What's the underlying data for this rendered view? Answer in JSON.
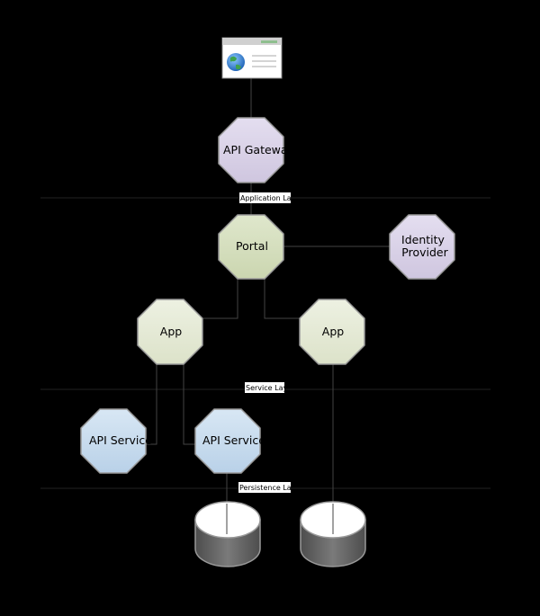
{
  "nodes": {
    "api_gateway": "API Gateway",
    "portal": "Portal",
    "identity_provider": [
      "Identity",
      "Provider"
    ],
    "app_left": "App",
    "app_right": "App",
    "api_service_left": "API Service",
    "api_service_right": "API Service"
  },
  "layers": {
    "application": "Application Layer",
    "service": "Service Layer",
    "persistence": "Persistence Layer"
  },
  "colors": {
    "background": "#000000",
    "gateway_fill": "#d9d2e6",
    "portal_fill": "#d6dfbf",
    "app_fill": "#e5ead6",
    "service_fill": "#c9dced",
    "db_top": "#ffffff",
    "db_body": "#666666"
  },
  "icons": {
    "client": "browser-window-globe-icon",
    "database": "database-cylinder-icon"
  }
}
